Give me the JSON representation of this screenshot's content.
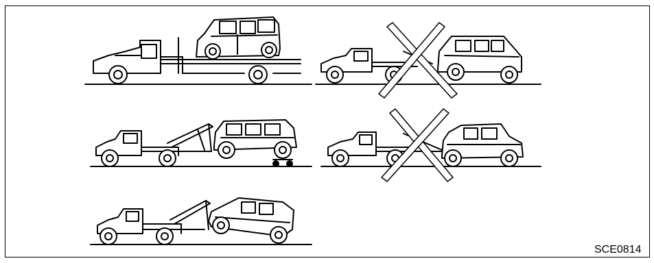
{
  "figure": {
    "code": "SCE0814",
    "panels": [
      {
        "name": "flatbed-tow",
        "prohibited": false
      },
      {
        "name": "rear-wheel-lift-tow",
        "prohibited": true
      },
      {
        "name": "wheel-lift-with-dollies",
        "prohibited": false
      },
      {
        "name": "sling-tow",
        "prohibited": true
      },
      {
        "name": "front-wheel-lift-tow",
        "prohibited": false
      }
    ]
  },
  "colors": {
    "line": "#000000",
    "background": "#ffffff"
  }
}
